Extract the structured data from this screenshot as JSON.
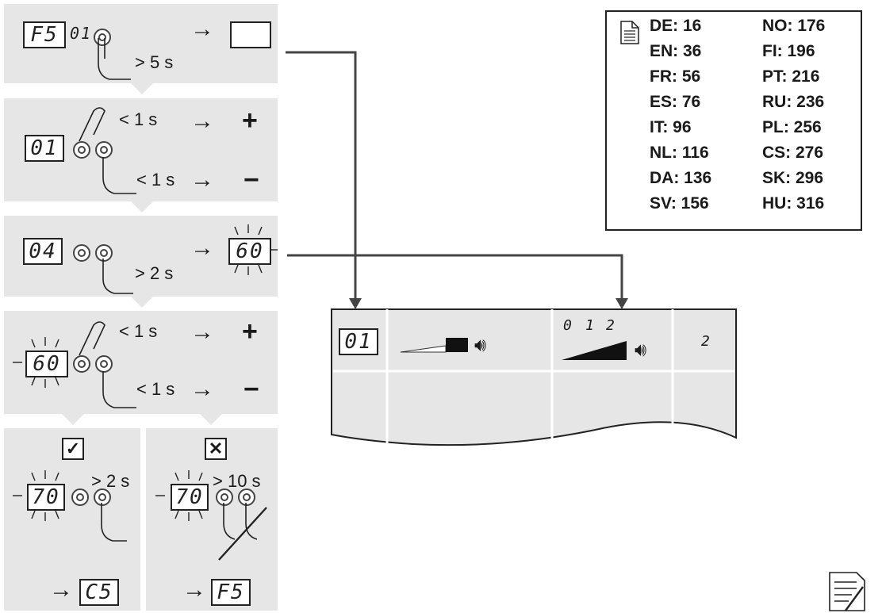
{
  "step1": {
    "display": "F5",
    "digits": "01",
    "duration": "> 5 s"
  },
  "step2": {
    "display": "01",
    "inc_time": "< 1 s",
    "dec_time": "< 1 s",
    "plus": "+",
    "minus": "−"
  },
  "step3": {
    "display": "04",
    "duration": "> 2 s",
    "result": "60"
  },
  "step4": {
    "display": "60",
    "inc_time": "< 1 s",
    "dec_time": "< 1 s",
    "plus": "+",
    "minus": "−"
  },
  "confirm": {
    "mark": "✓",
    "display": "70",
    "duration": "> 2 s",
    "result": "C5"
  },
  "cancel": {
    "mark": "✕",
    "display": "70",
    "duration": "> 10 s",
    "result": "F5"
  },
  "arrow_glyph": "→",
  "languages": [
    {
      "code": "DE: 16"
    },
    {
      "code": "EN: 36"
    },
    {
      "code": "FR: 56"
    },
    {
      "code": "ES: 76"
    },
    {
      "code": "IT: 96"
    },
    {
      "code": "NL: 116"
    },
    {
      "code": "DA: 136"
    },
    {
      "code": "SV: 156"
    },
    {
      "code": "NO: 176"
    },
    {
      "code": "FI: 196"
    },
    {
      "code": "PT: 216"
    },
    {
      "code": "RU: 236"
    },
    {
      "code": "PL: 256"
    },
    {
      "code": "CS: 276"
    },
    {
      "code": "SK: 296"
    },
    {
      "code": "HU: 316"
    }
  ],
  "table": {
    "param": "01",
    "scale": [
      "0",
      "1",
      "2"
    ],
    "default": "2"
  },
  "icons": {
    "document": "document-icon",
    "manual": "manual-icon",
    "speaker": "speaker-icon",
    "hand": "hand-press-icon"
  }
}
